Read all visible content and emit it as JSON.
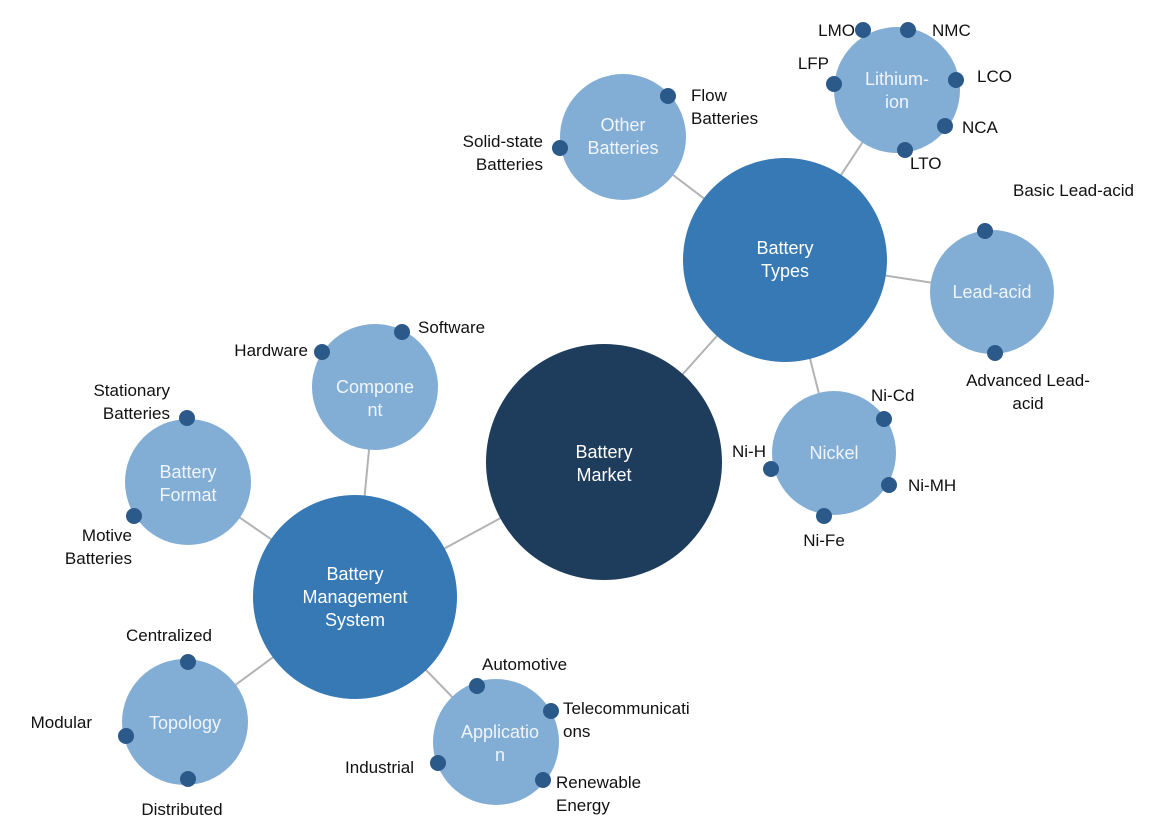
{
  "root": {
    "label": [
      "Battery",
      "Market"
    ]
  },
  "types": {
    "label": [
      "Battery",
      "Types"
    ]
  },
  "bms": {
    "label": [
      "Battery",
      "Management",
      "System"
    ]
  },
  "other": {
    "label": [
      "Other",
      "Batteries"
    ],
    "leaves": {
      "flow": [
        "Flow",
        "Batteries"
      ],
      "solid": [
        "Solid-state",
        "Batteries"
      ]
    }
  },
  "lithium": {
    "label": [
      "Lithium-",
      "ion"
    ],
    "leaves": [
      "LMO",
      "NMC",
      "LFP",
      "LCO",
      "NCA",
      "LTO"
    ]
  },
  "lead": {
    "label": [
      "Lead-acid"
    ],
    "leaves": {
      "basic": "Basic Lead-acid",
      "advanced": [
        "Advanced Lead-",
        "acid"
      ]
    }
  },
  "nickel": {
    "label": [
      "Nickel"
    ],
    "leaves": [
      "Ni-Cd",
      "Ni-H",
      "Ni-MH",
      "Ni-Fe"
    ]
  },
  "component": {
    "label": [
      "Compone",
      "nt"
    ],
    "leaves": [
      "Software",
      "Hardware"
    ]
  },
  "format": {
    "label": [
      "Battery",
      "Format"
    ],
    "leaves": {
      "stationary": [
        "Stationary",
        "Batteries"
      ],
      "motive": [
        "Motive",
        "Batteries"
      ]
    }
  },
  "topology": {
    "label": [
      "Topology"
    ],
    "leaves": [
      "Centralized",
      "Modular",
      "Distributed"
    ]
  },
  "application": {
    "label": [
      "Applicatio",
      "n"
    ],
    "leaves": {
      "automotive": "Automotive",
      "telecom": [
        "Telecommunicati",
        "ons"
      ],
      "renewable": [
        "Renewable",
        "Energy"
      ],
      "industrial": "Industrial"
    }
  },
  "colors": {
    "root": "#1e3d5c",
    "level1": "#3779b5",
    "level2": "#82aed6",
    "leaf": "#2b5a8a",
    "edge": "#b3b3b3"
  }
}
